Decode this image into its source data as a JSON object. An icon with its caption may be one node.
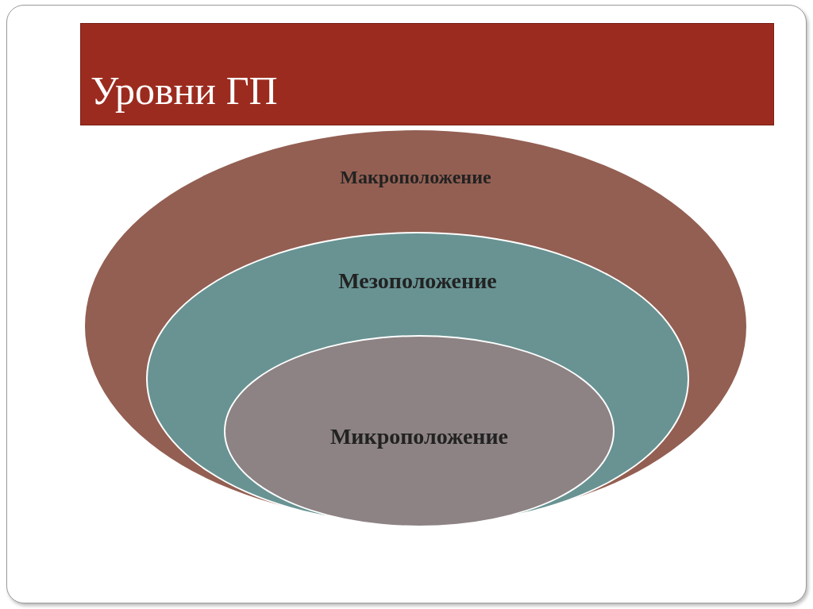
{
  "diagram": {
    "title": "Уровни ГП",
    "nodes": [
      {
        "text": [
          "Макроположение"
        ]
      },
      {
        "text": [
          "Мезоположение"
        ],
        "in": 0
      },
      {
        "text": [
          "Микроположение"
        ],
        "in": 1
      }
    ]
  }
}
